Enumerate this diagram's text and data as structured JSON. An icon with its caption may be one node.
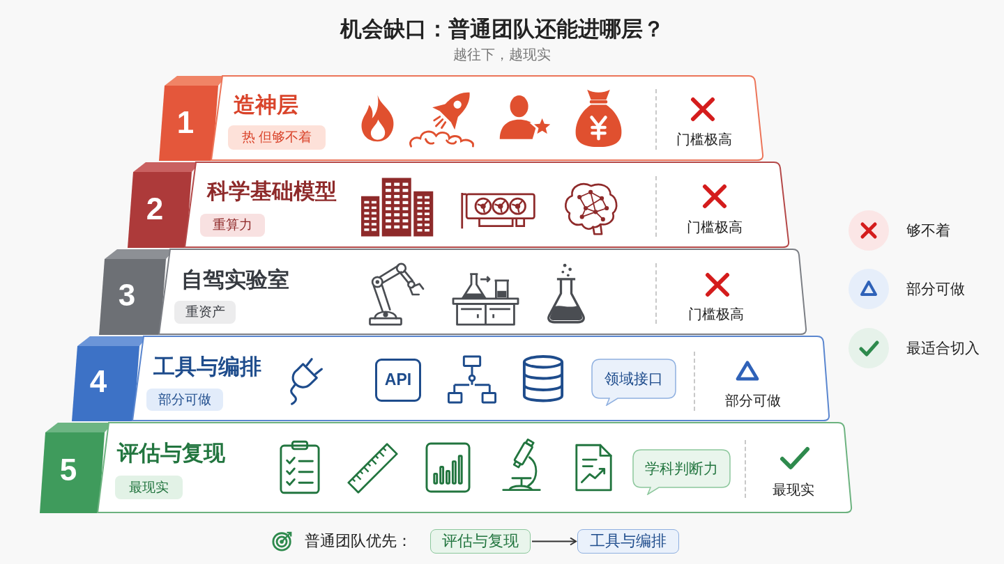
{
  "diagram": {
    "title": "机会缺口：普通团队还能进哪层？",
    "nodes": [
      {
        "text": [
          "1",
          "造神层",
          "门槛极高"
        ]
      },
      {
        "text": [
          "热 但够不着"
        ],
        "in": 0
      },
      {
        "text": [
          "2",
          "科学基础模型",
          "门槛极高"
        ]
      },
      {
        "text": [
          "重算力"
        ],
        "in": 2
      },
      {
        "text": [
          "3",
          "自驾实验室",
          "门槛极高"
        ]
      },
      {
        "text": [
          "重资产"
        ],
        "in": 4
      },
      {
        "text": [
          "4",
          "工具与编排",
          "部分可做"
        ]
      },
      {
        "text": [
          "部分可做"
        ],
        "in": 6
      },
      {
        "text": [
          "API"
        ],
        "in": 6
      },
      {
        "text": [
          "领域接口"
        ],
        "in": 6
      },
      {
        "text": [
          "5",
          "评估与复现",
          "最现实"
        ]
      },
      {
        "text": [
          "最现实"
        ],
        "in": 10
      },
      {
        "text": [
          "学科判断力"
        ],
        "in": 10
      },
      {
        "text": [
          "评估与复现"
        ]
      },
      {
        "text": [
          "工具与编排"
        ]
      }
    ],
    "edges": [
      {
        "from": 13,
        "to": 14,
        "arrow": "to"
      }
    ],
    "labels": [
      "越往下，越现实",
      "普通团队优先："
    ],
    "legend": [
      {
        "text": "够不着"
      },
      {
        "text": "部分可做"
      },
      {
        "text": "最适合切入"
      }
    ]
  }
}
